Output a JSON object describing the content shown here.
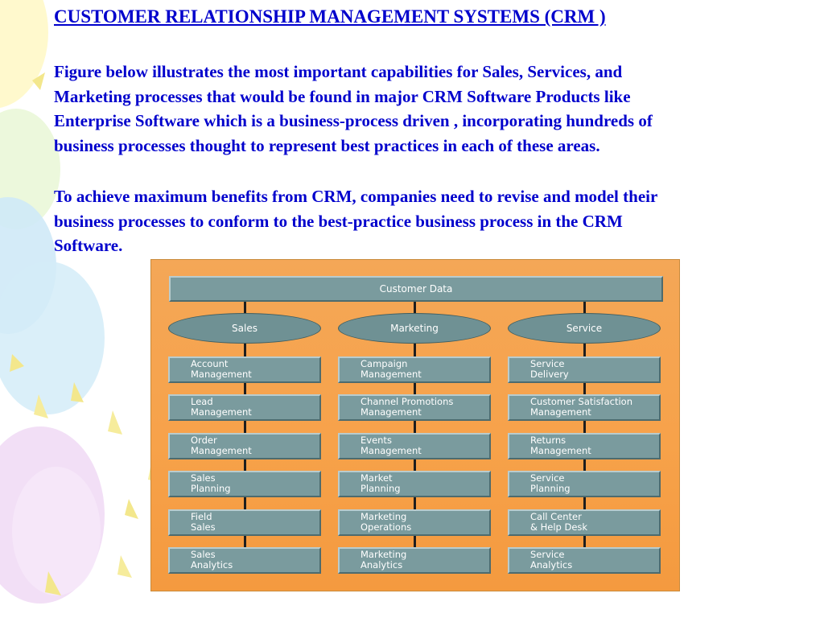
{
  "slide": {
    "title": "CUSTOMER RELATIONSHIP MANAGEMENT SYSTEMS (CRM )",
    "para1_lines": [
      "Figure below illustrates the most important capabilities for Sales, Services, and",
      "Marketing processes that would be found in major CRM Software Products like",
      "Enterprise Software which is a business-process driven , incorporating hundreds of",
      "business processes thought to represent best practices in each of these areas."
    ],
    "para2_lines": [
      "To achieve maximum benefits from CRM, companies need to revise and model their",
      "business  processes to conform to the best-practice business process in the CRM",
      "Software."
    ]
  },
  "diagram": {
    "top_bar": "Customer Data",
    "columns": [
      {
        "header": "Sales",
        "boxes": [
          [
            "Account",
            "Management"
          ],
          [
            "Lead",
            "Management"
          ],
          [
            "Order",
            "Management"
          ],
          [
            "Sales",
            "Planning"
          ],
          [
            "Field",
            "Sales"
          ],
          [
            "Sales",
            "Analytics"
          ]
        ]
      },
      {
        "header": "Marketing",
        "boxes": [
          [
            "Campaign",
            "Management"
          ],
          [
            "Channel Promotions",
            "Management"
          ],
          [
            "Events",
            "Management"
          ],
          [
            "Market",
            "Planning"
          ],
          [
            "Marketing",
            "Operations"
          ],
          [
            "Marketing",
            "Analytics"
          ]
        ]
      },
      {
        "header": "Service",
        "boxes": [
          [
            "Service",
            "Delivery"
          ],
          [
            "Customer Satisfaction",
            "Management"
          ],
          [
            "Returns",
            "Management"
          ],
          [
            "Service",
            "Planning"
          ],
          [
            "Call Center",
            "& Help Desk"
          ],
          [
            "Service",
            "Analytics"
          ]
        ]
      }
    ]
  },
  "colors": {
    "text_blue": "#0000cc",
    "diagram_orange": "#f7a24a",
    "box_teal": "#7a9b9e"
  }
}
